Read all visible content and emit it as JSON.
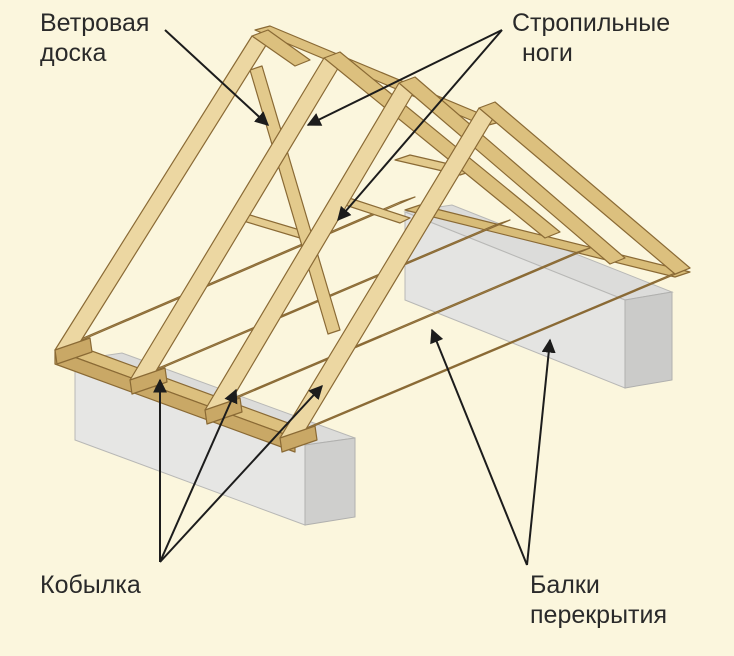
{
  "labels": {
    "wind_board": [
      "Ветровая",
      "доска"
    ],
    "rafters": [
      "Стропильные",
      "ноги"
    ],
    "kobylka": [
      "Кобылка"
    ],
    "beams": [
      "Балки",
      "перекрытия"
    ]
  },
  "colors": {
    "background": "#fbf6dd",
    "wall_front": "#e6e6e4",
    "wall_side": "#cfcfcd",
    "wood": "#e8d29a",
    "wood_dark": "#c9a866",
    "wood_edge": "#8a6a35",
    "arrow": "#1c1c1c"
  }
}
